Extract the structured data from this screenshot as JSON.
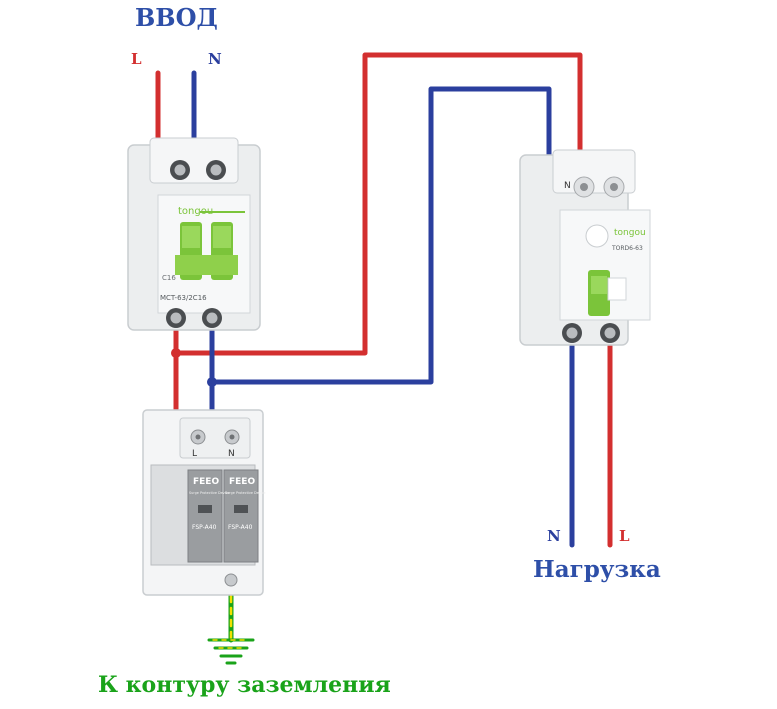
{
  "labels": {
    "input_title": "ВВОД",
    "load_title": "Нагрузка",
    "ground_title": "К контуру заземления",
    "input_L": "L",
    "input_N": "N",
    "load_N": "N",
    "load_L": "L"
  },
  "breaker": {
    "brand": "tongou",
    "model": "MCT-63/2C16",
    "rating": "C16"
  },
  "rcd": {
    "brand": "tongou",
    "model": "TORD6-63",
    "terminal_label": "N"
  },
  "spd": {
    "brand_left": "FEEO",
    "brand_right": "FEEO",
    "caption_left": "Surge Protective Device",
    "caption_right": "Surge Protective Device",
    "model_left": "FSP-A40",
    "model_right": "FSP-A40",
    "terminal_L": "L",
    "terminal_N": "N"
  },
  "colors": {
    "phase": "#d32f2f",
    "neutral": "#2b3f9e",
    "ground": "#1aa31a",
    "ground_alt": "#f2e000",
    "device_body": "#e9ecee",
    "accent_green": "#7bc43a"
  }
}
